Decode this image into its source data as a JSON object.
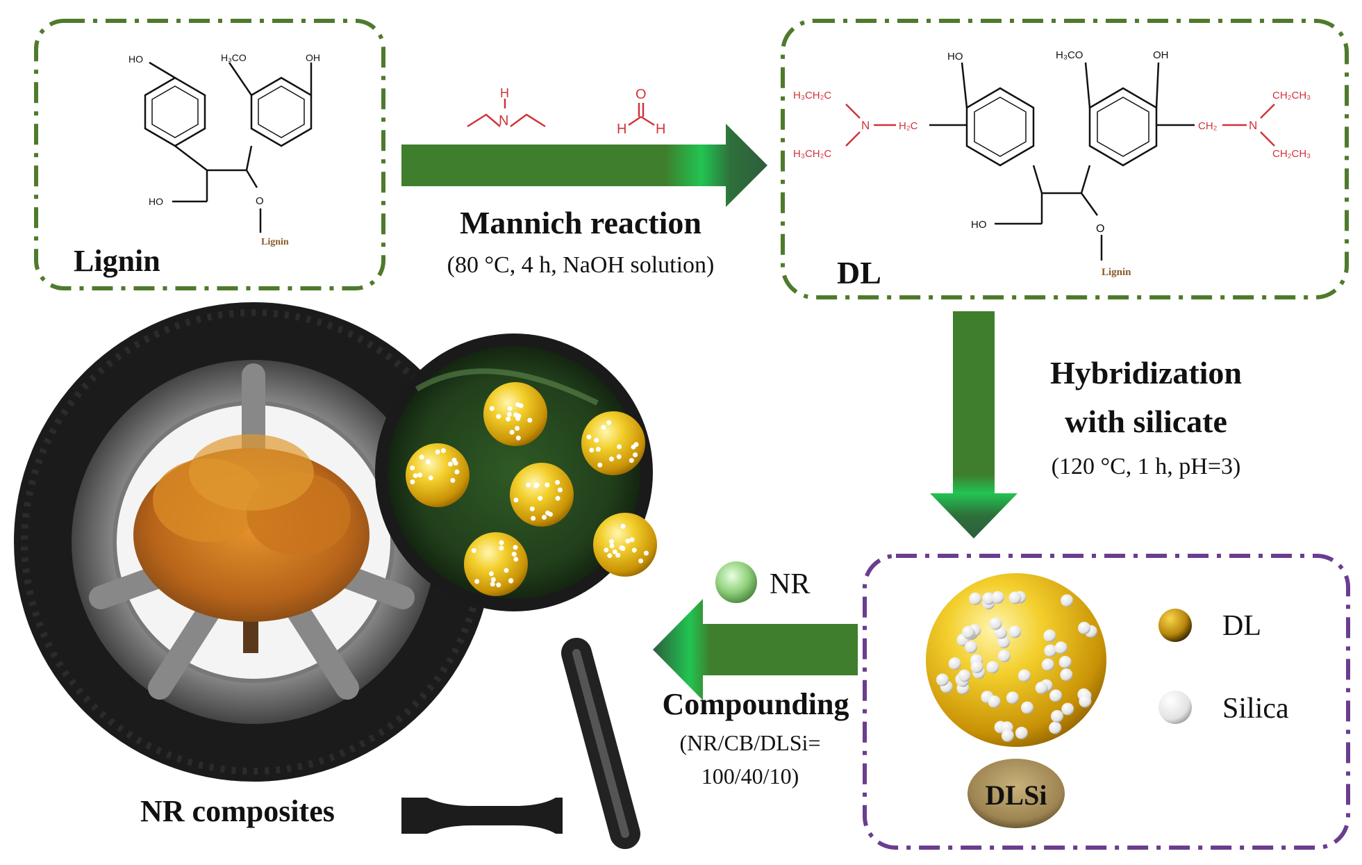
{
  "lignin_box": {
    "title": "Lignin",
    "atoms": {
      "ho_top": "HO",
      "h3co": "H₃CO",
      "oh": "OH",
      "ho_low": "HO",
      "o": "O",
      "lignin": "Lignin"
    }
  },
  "mannich": {
    "label": "Mannich reaction",
    "conditions": "(80 °C, 4 h, NaOH solution)",
    "reagent_amine_n": "N",
    "reagent_amine_h": "H",
    "reagent_aldehyde_o": "O",
    "reagent_aldehyde_h1": "H",
    "reagent_aldehyde_h2": "H"
  },
  "dl_box": {
    "title": "DL",
    "atoms": {
      "ho_top": "HO",
      "h3co": "H₃CO",
      "oh": "OH",
      "ho_low": "HO",
      "o": "O",
      "lignin": "Lignin",
      "l_ch2ch3_top": "H₃CH₂C",
      "l_ch2ch3_bot": "H₃CH₂C",
      "l_n": "N",
      "l_ch2": "H₂C",
      "r_ch2ch3_top": "CH₂CH₃",
      "r_ch2ch3_bot": "CH₂CH₃",
      "r_n": "N",
      "r_ch2": "CH₂"
    }
  },
  "hybridization": {
    "line1": "Hybridization",
    "line2": "with silicate",
    "conditions": "(120 °C, 1 h, pH=3)"
  },
  "dlsi_box": {
    "legend_dl": "DL",
    "legend_silica": "Silica",
    "sample_label": "DLSi"
  },
  "compounding": {
    "nr_label": "NR",
    "label": "Compounding",
    "ratio_line1": "(NR/CB/DLSi=",
    "ratio_line2": "100/40/10)"
  },
  "nr_composites": {
    "label": "NR composites"
  },
  "colors": {
    "box_green": "#4f7a2c",
    "box_purple": "#6a3d8f",
    "arrow_green": "#3d7a2a",
    "arrow_highlight": "#1fbf4a",
    "gold": "#e8b81a",
    "bond_red": "#d0323a"
  }
}
